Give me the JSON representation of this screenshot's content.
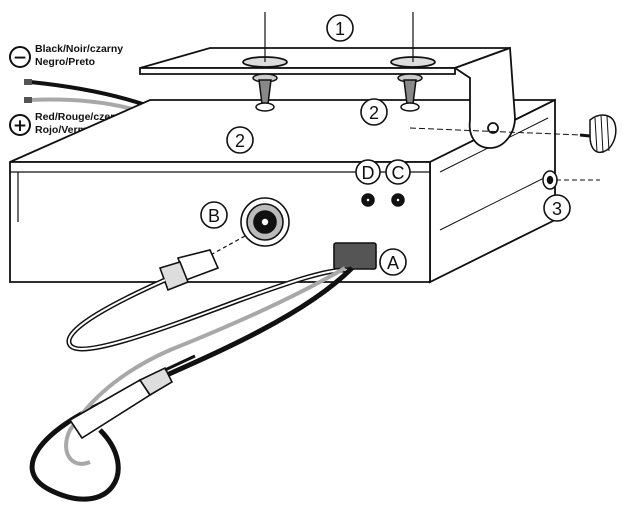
{
  "wires": {
    "negative": {
      "sign": "−",
      "line1": "Black/Noir/czarny",
      "line2": "Negro/Preto"
    },
    "positive": {
      "sign": "+",
      "line1": "Red/Rouge/czerwony",
      "line2": "Rojo/Vermelho"
    }
  },
  "callouts": {
    "bracket": "1",
    "screw_left": "2",
    "screw_right": "2",
    "washer": "3",
    "connector_a": "A",
    "connector_b": "B",
    "jack_c": "C",
    "jack_d": "D"
  },
  "colors": {
    "ink": "#111111",
    "connector_fill": "#555555",
    "cable_gray": "#a8a8a8",
    "paper": "#ffffff"
  }
}
